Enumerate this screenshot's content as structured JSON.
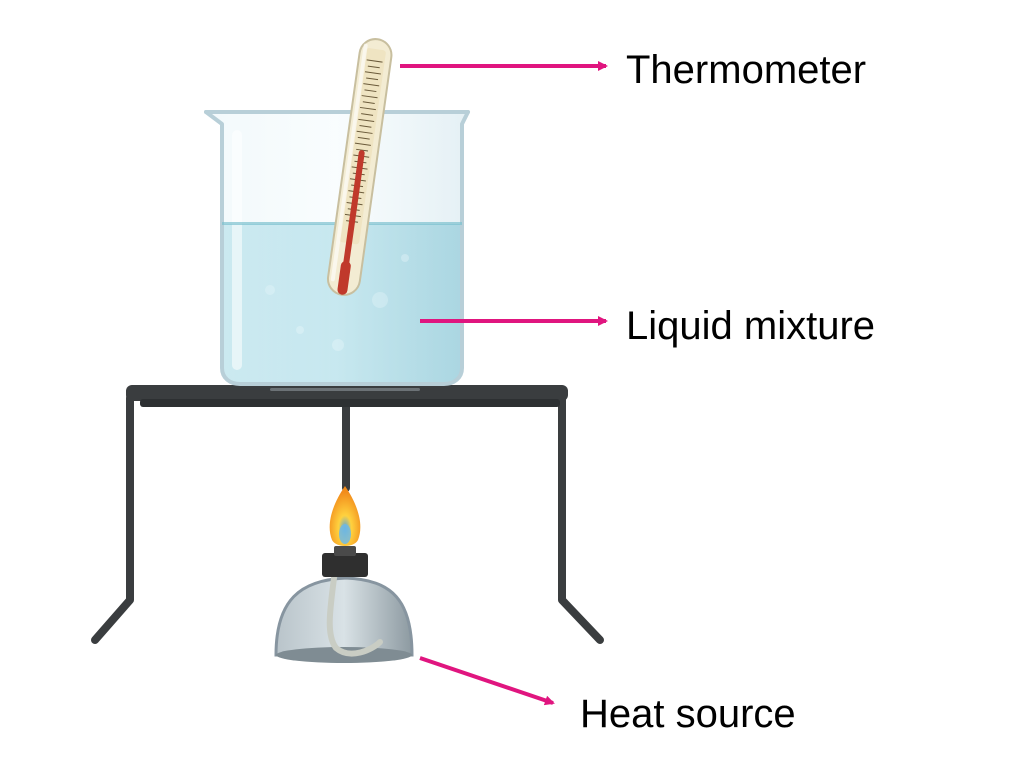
{
  "labels": {
    "thermometer": "Thermometer",
    "liquid": "Liquid mixture",
    "heat": "Heat source"
  },
  "colors": {
    "arrow": "#e0157f",
    "liquid": "#8fd0de",
    "beaker_glass": "#d7ecf3",
    "stand": "#3a3d3f",
    "lamp_glass": "#9aa6ae",
    "flame_outer": "#f5a623",
    "flame_inner": "#5aa6d8",
    "thermometer_body": "#f3ecd3",
    "thermometer_fluid": "#c0392b"
  },
  "icons": {
    "thermometer": "thermometer-icon",
    "beaker": "beaker-icon",
    "tripod": "tripod-stand-icon",
    "lamp": "spirit-lamp-icon",
    "flame": "flame-icon"
  }
}
